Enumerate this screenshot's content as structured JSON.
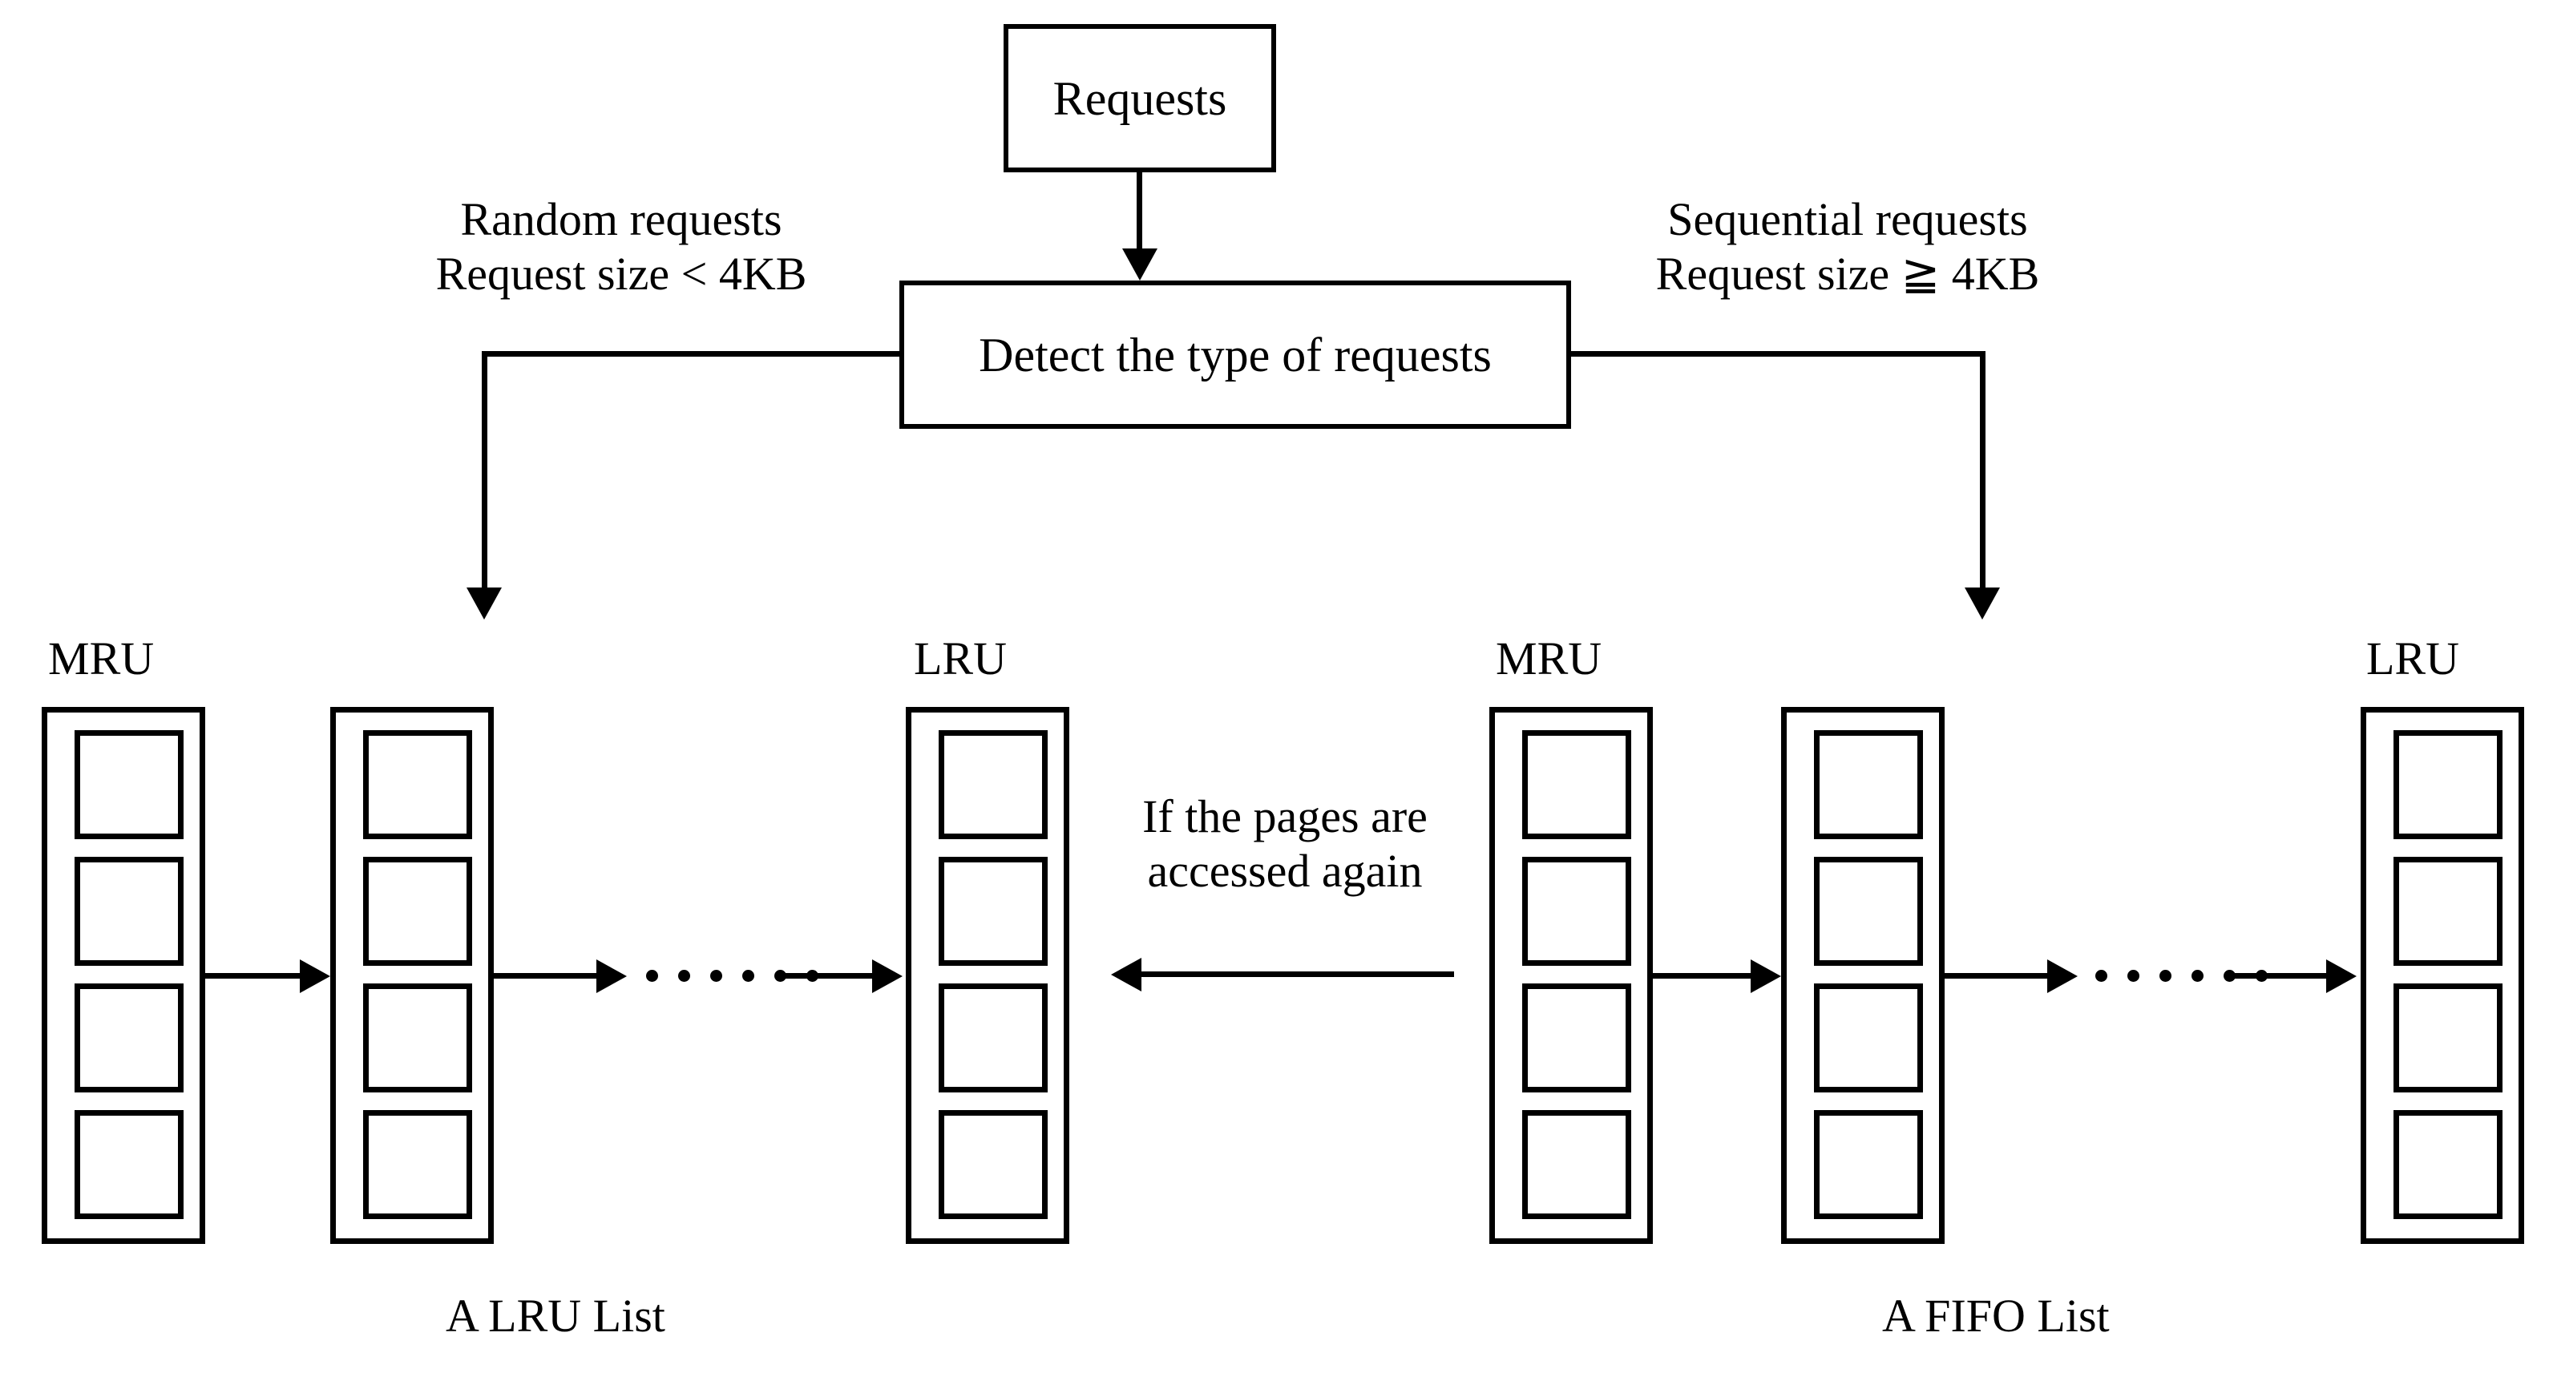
{
  "diagram": {
    "title_box": {
      "label": "Requests"
    },
    "decision_box": {
      "label": "Detect the type of requests"
    },
    "branches": {
      "left": {
        "line1": "Random requests",
        "line2": "Request size < 4KB"
      },
      "right": {
        "line1": "Sequential requests",
        "line2": "Request size ≧ 4KB"
      }
    },
    "left_list": {
      "head_label": "MRU",
      "tail_label": "LRU",
      "caption": "A LRU List",
      "columns": 3,
      "cells_per_column": 4,
      "ellipsis_dots": 6
    },
    "right_list": {
      "head_label": "MRU",
      "tail_label": "LRU",
      "caption": "A FIFO List",
      "columns": 3,
      "cells_per_column": 4,
      "ellipsis_dots": 6
    },
    "feedback": {
      "line1": "If the pages are",
      "line2": "accessed again"
    },
    "colors": {
      "stroke": "#000000",
      "background": "#ffffff"
    }
  }
}
